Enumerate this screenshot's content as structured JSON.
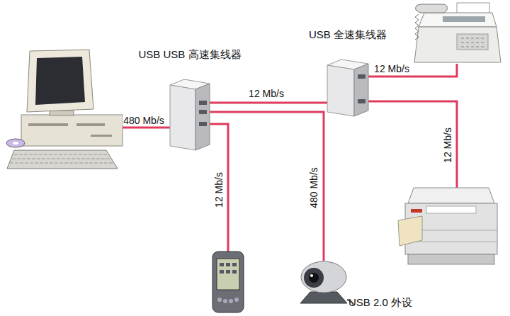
{
  "diagram": {
    "nodes": [
      {
        "text": []
      },
      {
        "text": [
          "USB USB 高速集线器"
        ]
      },
      {
        "text": [
          "USB 全速集线器"
        ]
      },
      {
        "text": []
      },
      {
        "text": []
      },
      {
        "text": []
      },
      {
        "text": [
          "USB 2.0 外设"
        ]
      }
    ],
    "edges": [
      {
        "from": 0,
        "to": 1,
        "label": "480 Mb/s",
        "arrow": "none"
      },
      {
        "from": 1,
        "to": 2,
        "label": "12 Mb/s",
        "arrow": "none"
      },
      {
        "from": 2,
        "to": 3,
        "label": "12 Mb/s",
        "arrow": "none"
      },
      {
        "from": 2,
        "to": 4,
        "label": "12 Mb/s",
        "arrow": "none"
      },
      {
        "from": 1,
        "to": 5,
        "label": "12 Mb/s",
        "arrow": "none"
      },
      {
        "from": 1,
        "to": 6,
        "label": "480 Mb/s",
        "arrow": "none"
      }
    ]
  }
}
